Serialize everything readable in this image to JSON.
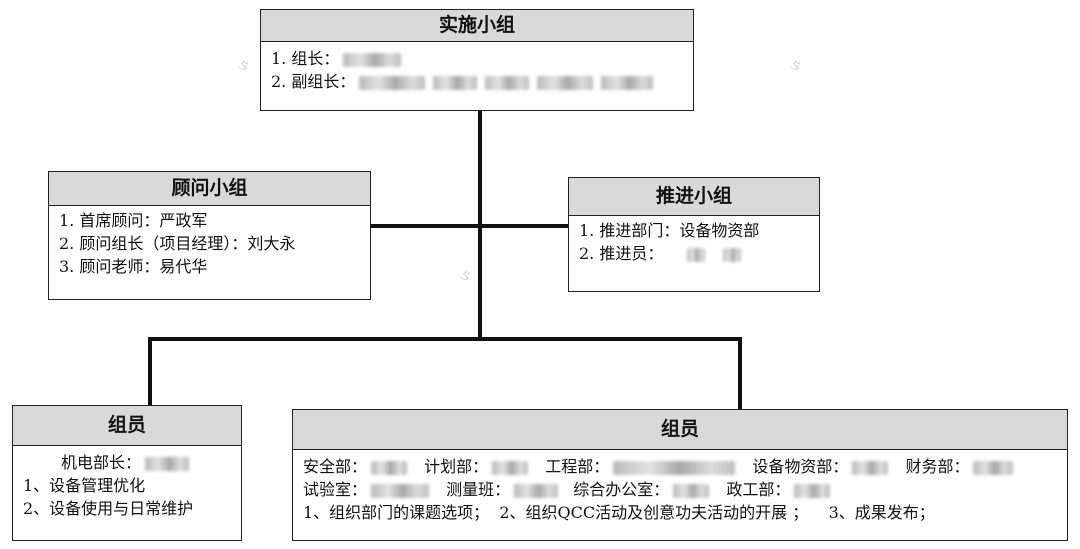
{
  "impl_group": {
    "title": "实施小组",
    "line1_label": "1. 组长：",
    "line2_label": "2. 副组长："
  },
  "advisor_group": {
    "title": "顾问小组",
    "lines": [
      "1. 首席顾问：严政军",
      "2. 顾问组长（项目经理）：刘大永",
      "3. 顾问老师：易代华"
    ]
  },
  "promo_group": {
    "title": "推进小组",
    "line1": "1. 推进部门：设备物资部",
    "line2_label": "2. 推进员："
  },
  "member_left": {
    "title": "组员",
    "line1_label": "机电部长：",
    "line2": "1、设备管理优化",
    "line3": "2、设备使用与日常维护"
  },
  "member_right": {
    "title": "组员",
    "row1": [
      "安全部：",
      "计划部：",
      "工程部：",
      "设备物资部：",
      "财务部："
    ],
    "row2": [
      "试验室：",
      "测量班：",
      "综合办公室：",
      "政工部："
    ],
    "row3": "1、组织部门的课题选项；  2、组织QCC活动及创意功夫活动的开展 ；    3、成果发布；"
  }
}
